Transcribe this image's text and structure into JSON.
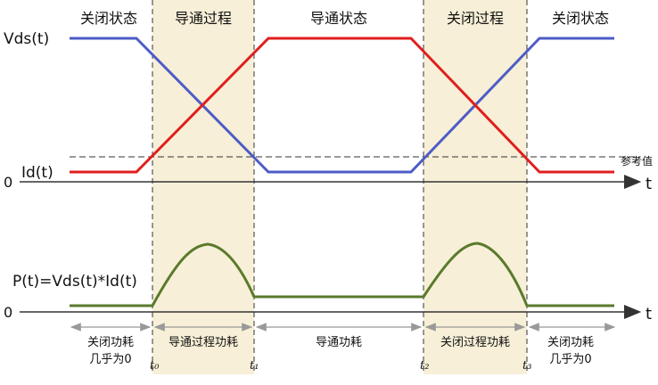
{
  "states": {
    "off_left": "关闭状态",
    "turn_on": "导通过程",
    "on": "导通状态",
    "turn_off": "关闭过程",
    "off_right": "关闭状态"
  },
  "signals": {
    "vds": "Vds(t)",
    "id": "Id(t)",
    "power": "P(t)=Vds(t)*Id(t)",
    "zero_top": "0",
    "zero_bottom": "0",
    "t_top": "t",
    "t_bottom": "t",
    "reference": "参考值"
  },
  "time_marks": {
    "t0": "t₀",
    "t1": "t₁",
    "t2": "t₂",
    "t3": "t₃"
  },
  "segments": {
    "off_loss_left_1": "关闭功耗",
    "off_loss_left_2": "几乎为0",
    "turn_on_loss": "导通过程功耗",
    "on_loss": "导通功耗",
    "turn_off_loss": "关闭过程功耗",
    "off_loss_right_1": "关闭功耗",
    "off_loss_right_2": "几乎为0"
  },
  "colors": {
    "vds": "#4d5cc7",
    "id": "#e01e1e",
    "power": "#5a7a2c",
    "transition_band": "#f7efd7",
    "axis": "#333333",
    "dimension": "#999999"
  }
}
